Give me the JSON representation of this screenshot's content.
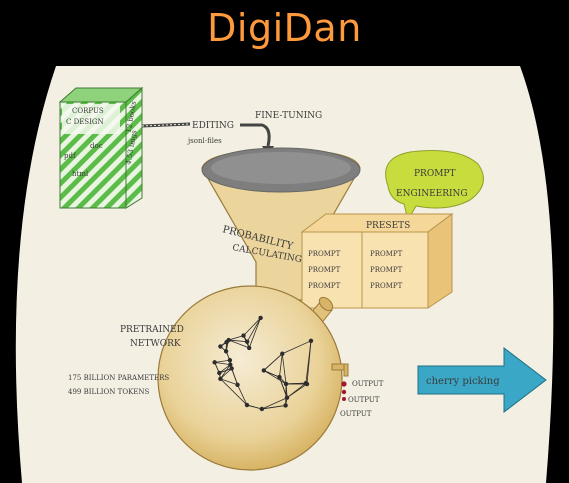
{
  "header": {
    "title": "DigiDan"
  },
  "corpus": {
    "labels": [
      "CORPUS",
      "C DESIGN",
      "12 books",
      "4.53 imgs",
      "doc",
      "pdf",
      "html"
    ]
  },
  "editing": {
    "label": "EDITING",
    "sub": "jsonl-files"
  },
  "fine_tuning": {
    "label": "FINE-TUNING"
  },
  "funnel": {
    "line1": "PROBABILITY",
    "line2": "CALCULATING"
  },
  "prompt_engineering": {
    "line1": "PROMPT",
    "line2": "ENGINEERING"
  },
  "presets": {
    "label": "PRESETS",
    "left": [
      "PROMPT",
      "PROMPT",
      "PROMPT"
    ],
    "right": [
      "PROMPT",
      "PROMPT",
      "PROMPT"
    ]
  },
  "network": {
    "line1": "PRETRAINED",
    "line2": "NETWORK",
    "stat1": "175 BILLION PARAMETERS",
    "stat2": "499 BILLION TOKENS"
  },
  "outputs": [
    "OUTPUT",
    "OUTPUT",
    "OUTPUT"
  ],
  "arrow": {
    "label": "cherry picking"
  },
  "colors": {
    "title": "#ff9a3c",
    "paper": "#f4efe3",
    "green": "#5cbc4a",
    "ochre": "#e2c27a",
    "speech": "#c9dc3e",
    "teal": "#3aa7c6",
    "crimson": "#a3162e"
  }
}
